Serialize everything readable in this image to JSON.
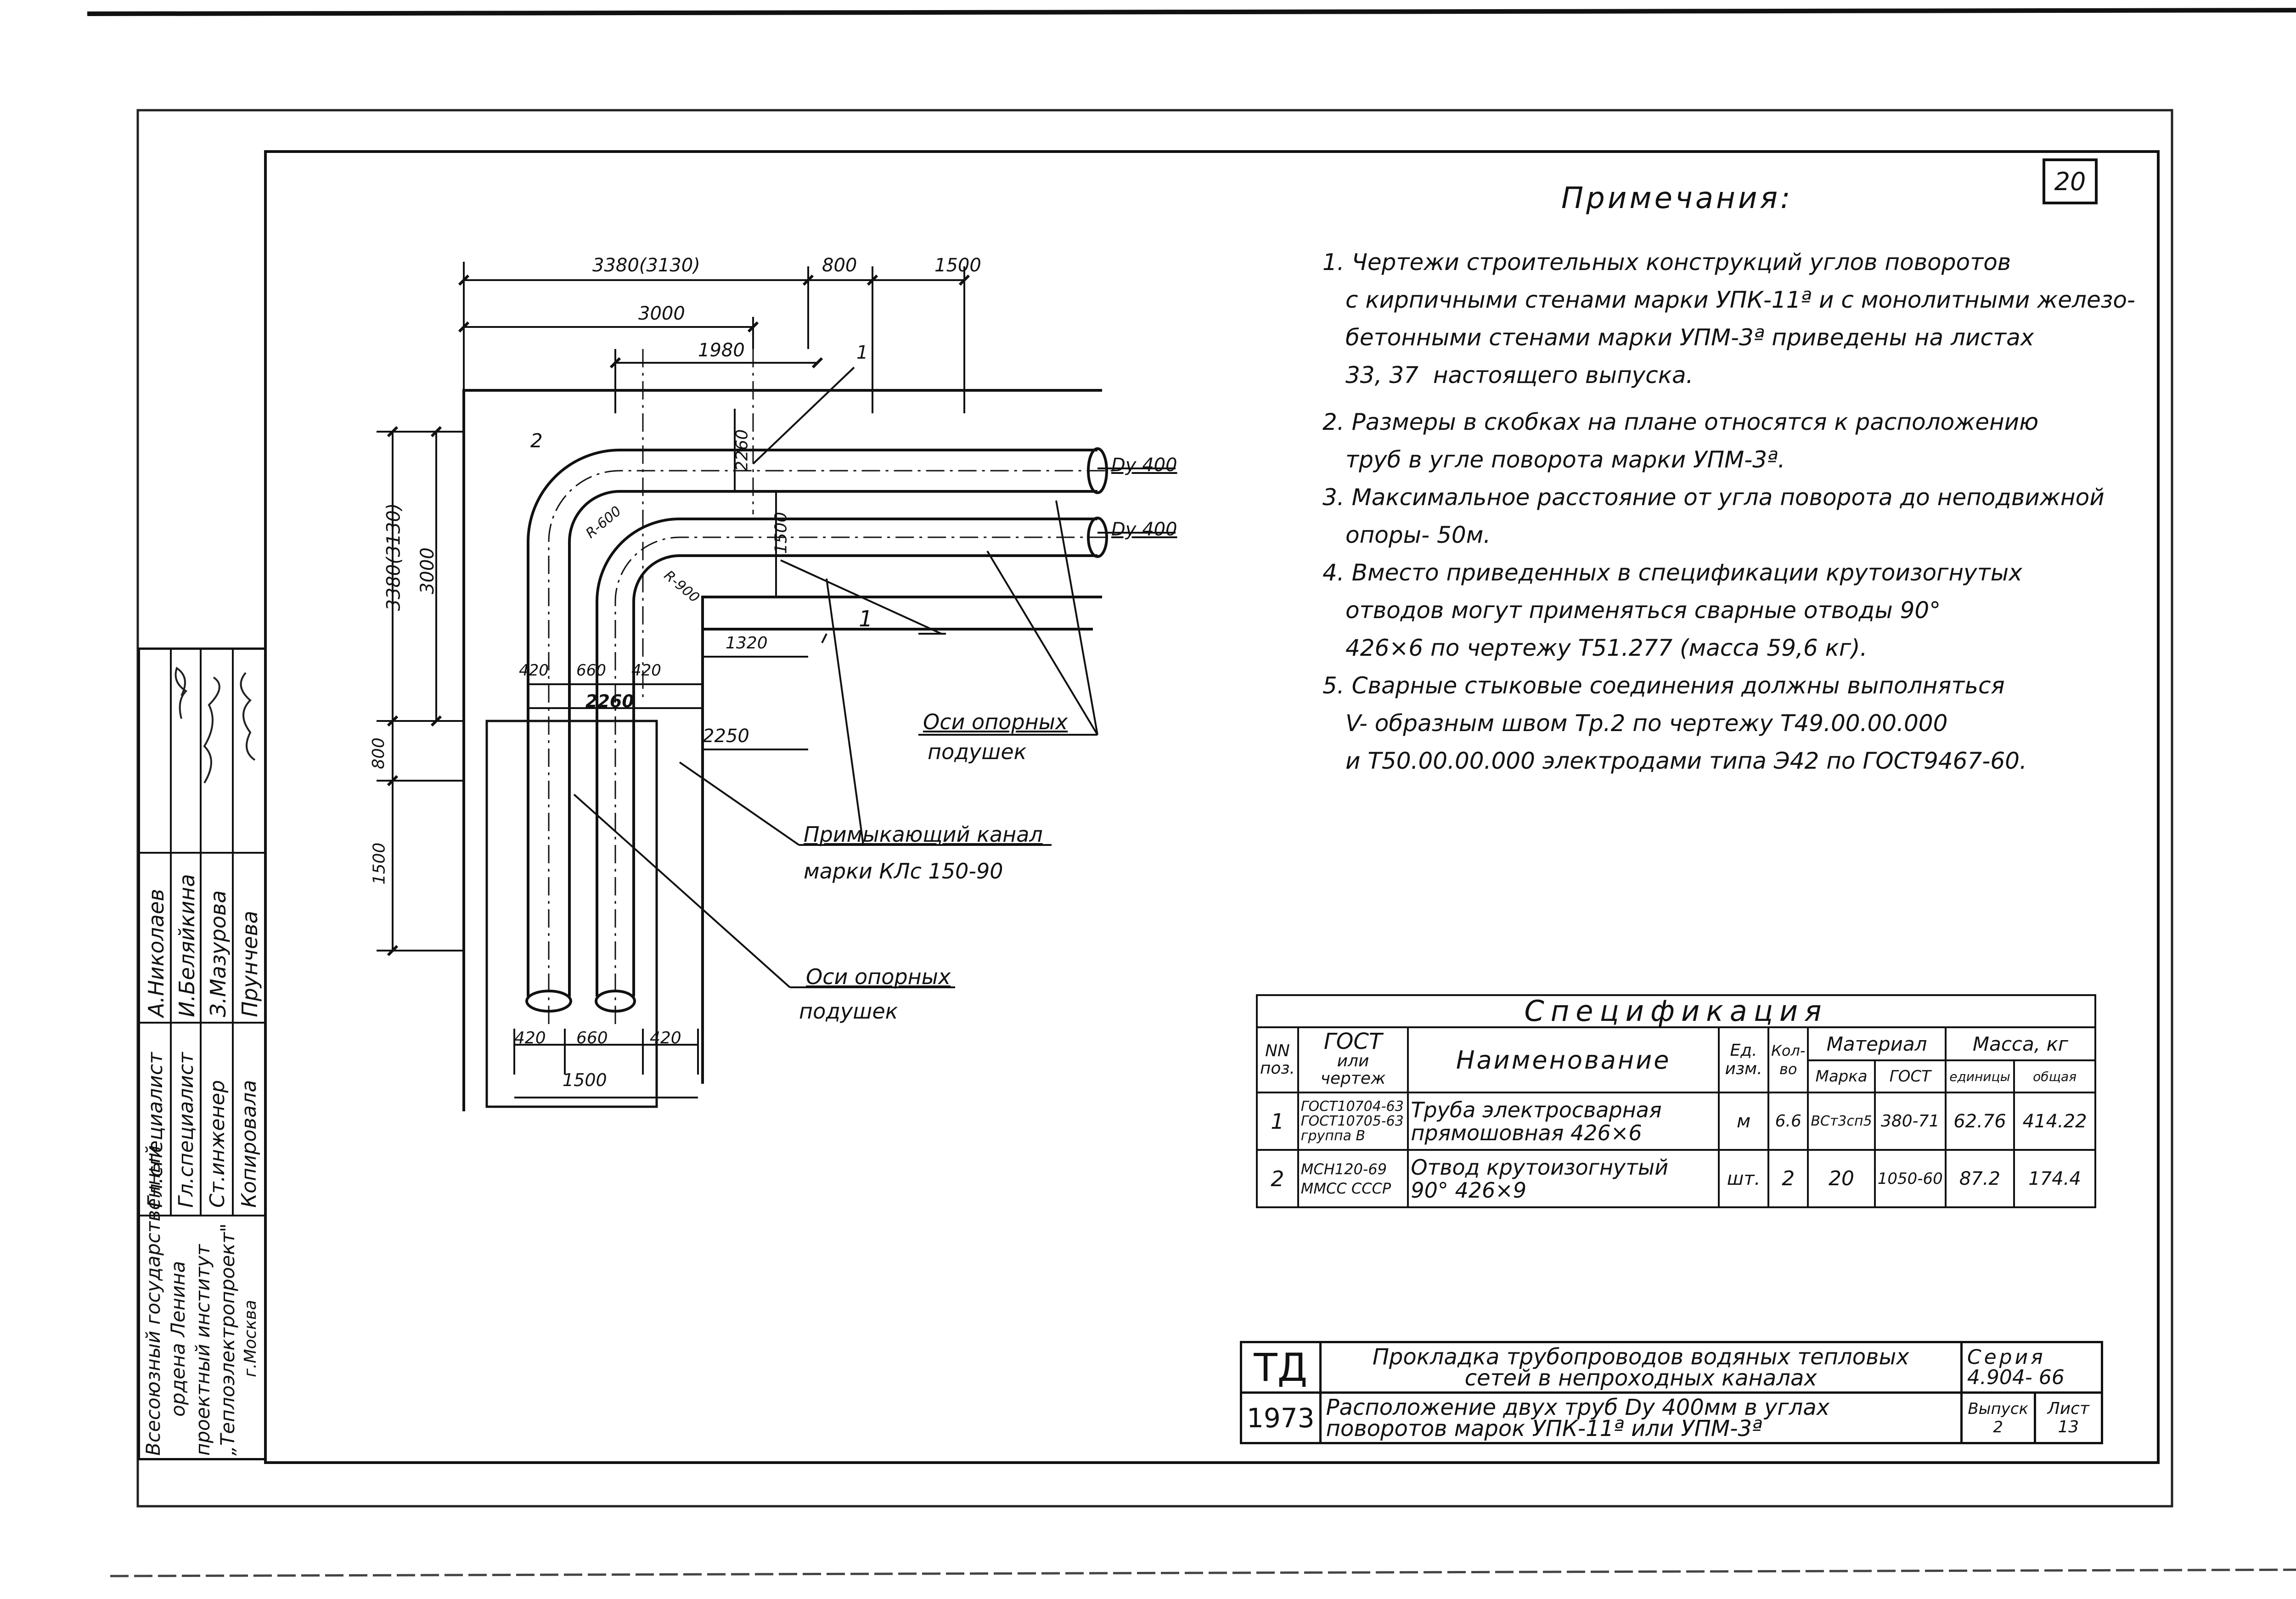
{
  "sheet_number": "20",
  "notes": {
    "title": "Примечания:",
    "items": [
      "1. Чертежи строительных конструкций углов поворотов",
      "с кирпичными стенами марки УПК-11ª и с монолитными железо-",
      "бетонными стенами марки УПМ-3ª приведены на листах",
      "33, 37  настоящего выпуска.",
      "2. Размеры в скобках на плане относятся к расположению",
      "труб в угле поворота марки УПМ-3ª.",
      "3. Максимальное расстояние от угла поворота до неподвижной",
      "опоры- 50м.",
      "4. Вместо приведенных в спецификации крутоизогнутых",
      "отводов могут применяться сварные отводы 90°",
      "426×6 по чертежу Т51.277 (масса 59,6 кг).",
      "5. Сварные стыковые соединения должны выполняться",
      "V- образным швом Тр.2 по чертежу Т49.00.00.000",
      "и Т50.00.00.000 электродами типа Э42 по ГОСТ9467-60."
    ]
  },
  "drawing": {
    "dims": {
      "d3380": "3380(3130)",
      "d800": "800",
      "d1500": "1500",
      "d3000": "3000",
      "d1980": "1980",
      "d2260": "2260",
      "d1500v": "1500",
      "d1320": "1320",
      "d2250": "2250",
      "d420a": "420",
      "d660a": "660",
      "d420b": "420",
      "d2260h": "2260",
      "d420c": "420",
      "d660b": "660",
      "d420d": "420",
      "d1500b": "1500",
      "v3380": "3380(3130)",
      "v3000": "3000",
      "v800": "800",
      "v1500": "1500",
      "r600": "R-600",
      "r900": "R-900"
    },
    "labels": {
      "dy1": "Dу 400",
      "dy2": "Dу 400",
      "pos1a": "1",
      "pos1b": "1",
      "pos2": "2",
      "axes1_a": "Оси опорных",
      "axes1_b": "подушек",
      "canal_a": "Примыкающий канал",
      "canal_b": "марки  КЛс 150-90",
      "axes2_a": "Оси опорных",
      "axes2_b": "подушек"
    }
  },
  "spec": {
    "title": "Спецификация",
    "headers": {
      "nn": "NN",
      "poz": "поз.",
      "gost_a": "ГОСТ",
      "gost_b": "или",
      "gost_c": "чертеж",
      "name": "Наименование",
      "unit_a": "Ед.",
      "unit_b": "изм.",
      "qty_a": "Кол-",
      "qty_b": "во",
      "material": "Материал",
      "mark": "Марка",
      "gost": "ГОСТ",
      "mass": "Масса, кг",
      "mass_unit": "единицы",
      "mass_total": "общая"
    },
    "rows": [
      {
        "poz": "1",
        "gost_a": "ГОСТ10704-63",
        "gost_b": "ГОСТ10705-63",
        "gost_c": "группа В",
        "name_a": "Труба электросварная",
        "name_b": "прямошовная  426×6",
        "unit": "м",
        "qty": "6.6",
        "mark": "ВСт3сп5",
        "gost": "380-71",
        "m_unit": "62.76",
        "m_total": "414.22"
      },
      {
        "poz": "2",
        "gost_a": "МСН120-69",
        "gost_b": "ММСС СССР",
        "gost_c": "",
        "name_a": "Отвод крутоизогнутый",
        "name_b": "90°  426×9",
        "unit": "шт.",
        "qty": "2",
        "mark": "20",
        "gost": "1050-60",
        "m_unit": "87.2",
        "m_total": "174.4"
      }
    ]
  },
  "stamp": {
    "td": "ТД",
    "year": "1973",
    "title_a": "Прокладка трубопроводов водяных тепловых",
    "title_b": "сетей  в  непроходных каналах",
    "sub_a": "Расположение двух труб Dу 400мм в углах",
    "sub_b": "поворотов  марок  УПК-11ª  или  УПМ-3ª",
    "series_label": "Серия",
    "series_value": "4.904- 66",
    "issue_label": "Выпуск",
    "issue_value": "2",
    "sheet_label": "Лист",
    "sheet_value": "13"
  },
  "side": {
    "institute": [
      "Всесоюзный государственный",
      "ордена Ленина",
      "проектный институт",
      "„Теплоэлектропроект\"",
      "г.Москва"
    ],
    "roles": [
      "Гл.специалист",
      "Гл.специалист",
      "Ст.инженер",
      "Копировала"
    ],
    "names": [
      "А.Николаев",
      "И.Беляйкина",
      "З.Мазурова",
      "Прунчева"
    ]
  }
}
